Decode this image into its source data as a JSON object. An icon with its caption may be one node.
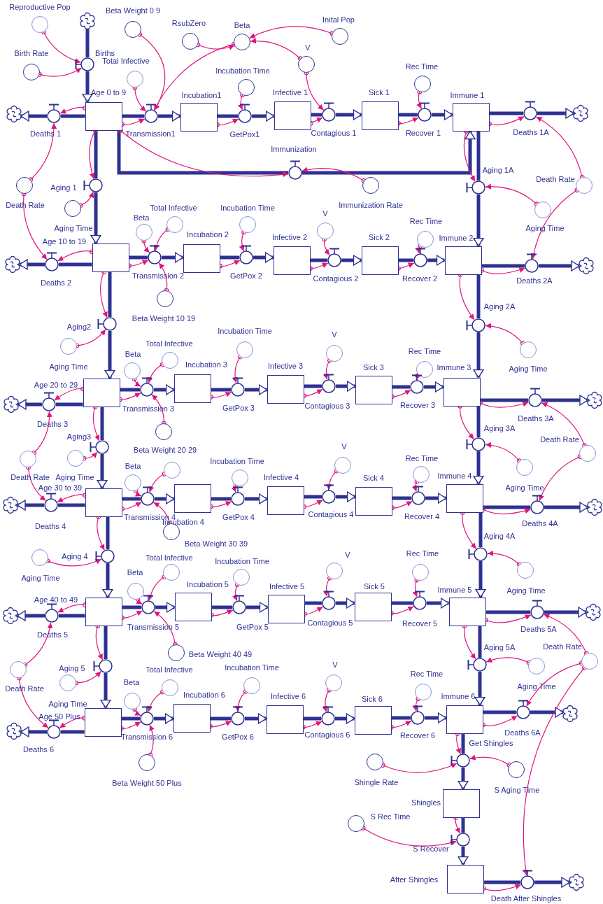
{
  "diagram": {
    "nodes": [
      {
        "text": [
          "Reproductive Pop"
        ]
      },
      {
        "text": [],
        "shape": "cloud"
      },
      {
        "text": [
          "Beta Weight 0 9"
        ]
      },
      {
        "text": [
          "Births"
        ]
      },
      {
        "text": [
          "Birth Rate"
        ]
      },
      {
        "text": [
          "RsubZero"
        ]
      },
      {
        "text": [
          "Beta"
        ]
      },
      {
        "text": [
          "Inital Pop"
        ]
      },
      {
        "text": [
          "Total Infective"
        ]
      },
      {
        "text": [
          "V"
        ]
      },
      {
        "text": [
          "Incubation Time"
        ]
      },
      {
        "text": [
          "Rec Time"
        ]
      },
      {
        "text": [],
        "shape": "cloud"
      },
      {
        "text": [
          "Deaths 1"
        ]
      },
      {
        "text": [
          "Age 0 to 9"
        ]
      },
      {
        "text": [
          "Transmission1"
        ]
      },
      {
        "text": [
          "Incubation1"
        ]
      },
      {
        "text": [
          "GetPox1"
        ]
      },
      {
        "text": [
          "Infective 1"
        ]
      },
      {
        "text": [
          "Contagious 1"
        ]
      },
      {
        "text": [
          "Sick 1"
        ]
      },
      {
        "text": [
          "Recover 1"
        ]
      },
      {
        "text": [
          "Immune 1"
        ]
      },
      {
        "text": [
          "Deaths 1A"
        ]
      },
      {
        "text": [],
        "shape": "cloud"
      },
      {
        "text": [
          "Immunization"
        ]
      },
      {
        "text": [
          "Aging 1"
        ]
      },
      {
        "text": [
          "Immunization Rate"
        ]
      },
      {
        "text": [
          "Aging 1A"
        ]
      },
      {
        "text": [
          "Death Rate"
        ]
      },
      {
        "text": [
          "Death Rate"
        ]
      },
      {
        "text": [
          "Aging Time"
        ]
      },
      {
        "text": [
          "Aging Time"
        ]
      },
      {
        "text": [
          "Beta"
        ]
      },
      {
        "text": [
          "Total Infective"
        ]
      },
      {
        "text": [
          "Incubation Time"
        ]
      },
      {
        "text": [
          "V"
        ]
      },
      {
        "text": [
          "Rec Time"
        ]
      },
      {
        "text": [],
        "shape": "cloud"
      },
      {
        "text": [
          "Deaths 2"
        ]
      },
      {
        "text": [
          "Age 10 to 19"
        ]
      },
      {
        "text": [
          "Transmission 2"
        ]
      },
      {
        "text": [
          "Incubation 2"
        ]
      },
      {
        "text": [
          "GetPox 2"
        ]
      },
      {
        "text": [
          "Infective 2"
        ]
      },
      {
        "text": [
          "Contagious 2"
        ]
      },
      {
        "text": [
          "Sick 2"
        ]
      },
      {
        "text": [
          "Recover 2"
        ]
      },
      {
        "text": [
          "Immune 2"
        ]
      },
      {
        "text": [
          "Deaths 2A"
        ]
      },
      {
        "text": [],
        "shape": "cloud"
      },
      {
        "text": [
          "Beta Weight 10 19"
        ]
      },
      {
        "text": [
          "Aging2"
        ]
      },
      {
        "text": [
          "Aging 2A"
        ]
      },
      {
        "text": [
          "Aging Time"
        ]
      },
      {
        "text": [
          "Aging Time"
        ]
      },
      {
        "text": [
          "Incubation Time"
        ]
      },
      {
        "text": [
          "Total Infective"
        ]
      },
      {
        "text": [
          "Beta"
        ]
      },
      {
        "text": [
          "V"
        ]
      },
      {
        "text": [
          "Rec Time"
        ]
      },
      {
        "text": [],
        "shape": "cloud"
      },
      {
        "text": [
          "Deaths 3"
        ]
      },
      {
        "text": [
          "Age 20 to 29"
        ]
      },
      {
        "text": [
          "Transmission 3"
        ]
      },
      {
        "text": [
          "Incubation 3"
        ]
      },
      {
        "text": [
          "GetPox 3"
        ]
      },
      {
        "text": [
          "Infective 3"
        ]
      },
      {
        "text": [
          "Contagious 3"
        ]
      },
      {
        "text": [
          "Sick 3"
        ]
      },
      {
        "text": [
          "Recover 3"
        ]
      },
      {
        "text": [
          "Immune 3"
        ]
      },
      {
        "text": [
          "Deaths 3A"
        ]
      },
      {
        "text": [],
        "shape": "cloud"
      },
      {
        "text": [
          "Beta Weight 20 29"
        ]
      },
      {
        "text": [
          "Aging3"
        ]
      },
      {
        "text": [
          "Aging 3A"
        ]
      },
      {
        "text": [
          "Death Rate"
        ]
      },
      {
        "text": [
          "Aging Time"
        ]
      },
      {
        "text": [
          "Death Rate"
        ]
      },
      {
        "text": [
          "Aging Time"
        ]
      },
      {
        "text": [
          "Beta"
        ]
      },
      {
        "text": [],
        "shape": "circle"
      },
      {
        "text": [
          "Incubation Time"
        ]
      },
      {
        "text": [
          "V"
        ]
      },
      {
        "text": [
          "Rec Time"
        ]
      },
      {
        "text": [],
        "shape": "cloud"
      },
      {
        "text": [
          "Deaths 4"
        ]
      },
      {
        "text": [
          "Age 30 to 39"
        ]
      },
      {
        "text": [
          "Transmission 4"
        ]
      },
      {
        "text": [
          "Incubation 4"
        ]
      },
      {
        "text": [
          "GetPox 4"
        ]
      },
      {
        "text": [
          "Infective 4"
        ]
      },
      {
        "text": [
          "Contagious 4"
        ]
      },
      {
        "text": [
          "Sick 4"
        ]
      },
      {
        "text": [
          "Recover 4"
        ]
      },
      {
        "text": [
          "Immune 4"
        ]
      },
      {
        "text": [
          "Deaths 4A"
        ]
      },
      {
        "text": [],
        "shape": "cloud"
      },
      {
        "text": [
          "Beta Weight 30 39"
        ]
      },
      {
        "text": [
          "Aging 4"
        ]
      },
      {
        "text": [
          "Aging 4A"
        ]
      },
      {
        "text": [
          "Aging Time"
        ]
      },
      {
        "text": [
          "Aging Time"
        ]
      },
      {
        "text": [
          "Total Infective"
        ]
      },
      {
        "text": [
          "Incubation Time"
        ]
      },
      {
        "text": [
          "Beta"
        ]
      },
      {
        "text": [
          "V"
        ]
      },
      {
        "text": [
          "Rec Time"
        ]
      },
      {
        "text": [],
        "shape": "cloud"
      },
      {
        "text": [
          "Deaths 5"
        ]
      },
      {
        "text": [
          "Age 40 to 49"
        ]
      },
      {
        "text": [
          "Transmission 5"
        ]
      },
      {
        "text": [
          "Incubation 5"
        ]
      },
      {
        "text": [
          "GetPox 5"
        ]
      },
      {
        "text": [
          "Infective 5"
        ]
      },
      {
        "text": [
          "Contagious 5"
        ]
      },
      {
        "text": [
          "Sick 5"
        ]
      },
      {
        "text": [
          "Recover 5"
        ]
      },
      {
        "text": [
          "Immune 5"
        ]
      },
      {
        "text": [
          "Deaths 5A"
        ]
      },
      {
        "text": [],
        "shape": "cloud"
      },
      {
        "text": [
          "Beta Weight 40 49"
        ]
      },
      {
        "text": [
          "Aging 5"
        ]
      },
      {
        "text": [
          "Aging 5A"
        ]
      },
      {
        "text": [
          "Death Rate"
        ]
      },
      {
        "text": [
          "Aging Time"
        ]
      },
      {
        "text": [
          "Death Rate"
        ]
      },
      {
        "text": [
          "Aging Time"
        ]
      },
      {
        "text": [
          "Beta"
        ]
      },
      {
        "text": [
          "Total Infective"
        ]
      },
      {
        "text": [
          "Incubation Time"
        ]
      },
      {
        "text": [
          "V"
        ]
      },
      {
        "text": [
          "Rec Time"
        ]
      },
      {
        "text": [],
        "shape": "cloud"
      },
      {
        "text": [
          "Deaths 6"
        ]
      },
      {
        "text": [
          "Age 50 Plus"
        ]
      },
      {
        "text": [
          "Transmission 6"
        ]
      },
      {
        "text": [
          "Incubation 6"
        ]
      },
      {
        "text": [
          "GetPox 6"
        ]
      },
      {
        "text": [
          "Infective 6"
        ]
      },
      {
        "text": [
          "Contagious 6"
        ]
      },
      {
        "text": [
          "Sick 6"
        ]
      },
      {
        "text": [
          "Recover 6"
        ]
      },
      {
        "text": [
          "Immune 6"
        ]
      },
      {
        "text": [
          "Deaths 6A"
        ]
      },
      {
        "text": [],
        "shape": "cloud"
      },
      {
        "text": [
          "Get Shingles"
        ]
      },
      {
        "text": [
          "Beta Weight 50 Plus"
        ]
      },
      {
        "text": [
          "Shingle Rate"
        ]
      },
      {
        "text": [
          "S Aging Time"
        ]
      },
      {
        "text": [
          "Shingles"
        ]
      },
      {
        "text": [
          "S Rec Time"
        ]
      },
      {
        "text": [
          "S Recover"
        ]
      },
      {
        "text": [
          "After Shingles"
        ]
      },
      {
        "text": [
          "Death After Shingles"
        ]
      },
      {
        "text": [],
        "shape": "cloud"
      }
    ],
    "edges": [
      {
        "from": 14,
        "to": 13,
        "arrow": "none",
        "style": "thick",
        "color": "#2e3192"
      },
      {
        "from": 13,
        "to": 12,
        "arrow": "to",
        "style": "thick",
        "color": "#2e3192"
      },
      {
        "from": 14,
        "to": 15,
        "arrow": "none",
        "style": "thick",
        "color": "#2e3192"
      },
      {
        "from": 15,
        "to": 16,
        "arrow": "to",
        "style": "thick",
        "color": "#2e3192"
      },
      {
        "from": 16,
        "to": 17,
        "arrow": "none",
        "style": "thick",
        "color": "#2e3192"
      },
      {
        "from": 17,
        "to": 18,
        "arrow": "to",
        "style": "thick",
        "color": "#2e3192"
      },
      {
        "from": 18,
        "to": 19,
        "arrow": "none",
        "style": "thick",
        "color": "#2e3192"
      },
      {
        "from": 19,
        "to": 20,
        "arrow": "to",
        "style": "thick",
        "color": "#2e3192"
      },
      {
        "from": 20,
        "to": 21,
        "arrow": "none",
        "style": "thick",
        "color": "#2e3192"
      },
      {
        "from": 21,
        "to": 22,
        "arrow": "to",
        "style": "thick",
        "color": "#2e3192"
      },
      {
        "from": 22,
        "to": 23,
        "arrow": "none",
        "style": "thick",
        "color": "#2e3192"
      },
      {
        "from": 23,
        "to": 24,
        "arrow": "to",
        "style": "thick",
        "color": "#2e3192"
      },
      {
        "from": 40,
        "to": 39,
        "arrow": "none",
        "style": "thick",
        "color": "#2e3192"
      },
      {
        "from": 39,
        "to": 38,
        "arrow": "to",
        "style": "thick",
        "color": "#2e3192"
      },
      {
        "from": 40,
        "to": 41,
        "arrow": "none",
        "style": "thick",
        "color": "#2e3192"
      },
      {
        "from": 41,
        "to": 42,
        "arrow": "to",
        "style": "thick",
        "color": "#2e3192"
      },
      {
        "from": 42,
        "to": 43,
        "arrow": "none",
        "style": "thick",
        "color": "#2e3192"
      },
      {
        "from": 43,
        "to": 44,
        "arrow": "to",
        "style": "thick",
        "color": "#2e3192"
      },
      {
        "from": 44,
        "to": 45,
        "arrow": "none",
        "style": "thick",
        "color": "#2e3192"
      },
      {
        "from": 45,
        "to": 46,
        "arrow": "to",
        "style": "thick",
        "color": "#2e3192"
      },
      {
        "from": 46,
        "to": 47,
        "arrow": "none",
        "style": "thick",
        "color": "#2e3192"
      },
      {
        "from": 47,
        "to": 48,
        "arrow": "to",
        "style": "thick",
        "color": "#2e3192"
      },
      {
        "from": 48,
        "to": 49,
        "arrow": "none",
        "style": "thick",
        "color": "#2e3192"
      },
      {
        "from": 49,
        "to": 50,
        "arrow": "to",
        "style": "thick",
        "color": "#2e3192"
      },
      {
        "from": 63,
        "to": 62,
        "arrow": "none",
        "style": "thick",
        "color": "#2e3192"
      },
      {
        "from": 62,
        "to": 61,
        "arrow": "to",
        "style": "thick",
        "color": "#2e3192"
      },
      {
        "from": 63,
        "to": 64,
        "arrow": "none",
        "style": "thick",
        "color": "#2e3192"
      },
      {
        "from": 64,
        "to": 65,
        "arrow": "to",
        "style": "thick",
        "color": "#2e3192"
      },
      {
        "from": 65,
        "to": 66,
        "arrow": "none",
        "style": "thick",
        "color": "#2e3192"
      },
      {
        "from": 66,
        "to": 67,
        "arrow": "to",
        "style": "thick",
        "color": "#2e3192"
      },
      {
        "from": 67,
        "to": 68,
        "arrow": "none",
        "style": "thick",
        "color": "#2e3192"
      },
      {
        "from": 68,
        "to": 69,
        "arrow": "to",
        "style": "thick",
        "color": "#2e3192"
      },
      {
        "from": 69,
        "to": 70,
        "arrow": "none",
        "style": "thick",
        "color": "#2e3192"
      },
      {
        "from": 70,
        "to": 71,
        "arrow": "to",
        "style": "thick",
        "color": "#2e3192"
      },
      {
        "from": 71,
        "to": 72,
        "arrow": "none",
        "style": "thick",
        "color": "#2e3192"
      },
      {
        "from": 72,
        "to": 73,
        "arrow": "to",
        "style": "thick",
        "color": "#2e3192"
      },
      {
        "from": 88,
        "to": 87,
        "arrow": "none",
        "style": "thick",
        "color": "#2e3192"
      },
      {
        "from": 87,
        "to": 86,
        "arrow": "to",
        "style": "thick",
        "color": "#2e3192"
      },
      {
        "from": 88,
        "to": 89,
        "arrow": "none",
        "style": "thick",
        "color": "#2e3192"
      },
      {
        "from": 89,
        "to": 90,
        "arrow": "to",
        "style": "thick",
        "color": "#2e3192"
      },
      {
        "from": 90,
        "to": 91,
        "arrow": "none",
        "style": "thick",
        "color": "#2e3192"
      },
      {
        "from": 91,
        "to": 92,
        "arrow": "to",
        "style": "thick",
        "color": "#2e3192"
      },
      {
        "from": 92,
        "to": 93,
        "arrow": "none",
        "style": "thick",
        "color": "#2e3192"
      },
      {
        "from": 93,
        "to": 94,
        "arrow": "to",
        "style": "thick",
        "color": "#2e3192"
      },
      {
        "from": 94,
        "to": 95,
        "arrow": "none",
        "style": "thick",
        "color": "#2e3192"
      },
      {
        "from": 95,
        "to": 96,
        "arrow": "to",
        "style": "thick",
        "color": "#2e3192"
      },
      {
        "from": 96,
        "to": 97,
        "arrow": "none",
        "style": "thick",
        "color": "#2e3192"
      },
      {
        "from": 97,
        "to": 98,
        "arrow": "to",
        "style": "thick",
        "color": "#2e3192"
      },
      {
        "from": 111,
        "to": 110,
        "arrow": "none",
        "style": "thick",
        "color": "#2e3192"
      },
      {
        "from": 110,
        "to": 109,
        "arrow": "to",
        "style": "thick",
        "color": "#2e3192"
      },
      {
        "from": 111,
        "to": 112,
        "arrow": "none",
        "style": "thick",
        "color": "#2e3192"
      },
      {
        "from": 112,
        "to": 113,
        "arrow": "to",
        "style": "thick",
        "color": "#2e3192"
      },
      {
        "from": 113,
        "to": 114,
        "arrow": "none",
        "style": "thick",
        "color": "#2e3192"
      },
      {
        "from": 114,
        "to": 115,
        "arrow": "to",
        "style": "thick",
        "color": "#2e3192"
      },
      {
        "from": 115,
        "to": 116,
        "arrow": "none",
        "style": "thick",
        "color": "#2e3192"
      },
      {
        "from": 116,
        "to": 117,
        "arrow": "to",
        "style": "thick",
        "color": "#2e3192"
      },
      {
        "from": 117,
        "to": 118,
        "arrow": "none",
        "style": "thick",
        "color": "#2e3192"
      },
      {
        "from": 118,
        "to": 119,
        "arrow": "to",
        "style": "thick",
        "color": "#2e3192"
      },
      {
        "from": 119,
        "to": 120,
        "arrow": "none",
        "style": "thick",
        "color": "#2e3192"
      },
      {
        "from": 120,
        "to": 121,
        "arrow": "to",
        "style": "thick",
        "color": "#2e3192"
      },
      {
        "from": 136,
        "to": 135,
        "arrow": "none",
        "style": "thick",
        "color": "#2e3192"
      },
      {
        "from": 135,
        "to": 134,
        "arrow": "to",
        "style": "thick",
        "color": "#2e3192"
      },
      {
        "from": 136,
        "to": 137,
        "arrow": "none",
        "style": "thick",
        "color": "#2e3192"
      },
      {
        "from": 137,
        "to": 138,
        "arrow": "to",
        "style": "thick",
        "color": "#2e3192"
      },
      {
        "from": 138,
        "to": 139,
        "arrow": "none",
        "style": "thick",
        "color": "#2e3192"
      },
      {
        "from": 139,
        "to": 140,
        "arrow": "to",
        "style": "thick",
        "color": "#2e3192"
      },
      {
        "from": 140,
        "to": 141,
        "arrow": "none",
        "style": "thick",
        "color": "#2e3192"
      },
      {
        "from": 141,
        "to": 142,
        "arrow": "to",
        "style": "thick",
        "color": "#2e3192"
      },
      {
        "from": 142,
        "to": 143,
        "arrow": "none",
        "style": "thick",
        "color": "#2e3192"
      },
      {
        "from": 143,
        "to": 144,
        "arrow": "to",
        "style": "thick",
        "color": "#2e3192"
      },
      {
        "from": 144,
        "to": 145,
        "arrow": "none",
        "style": "thick",
        "color": "#2e3192"
      },
      {
        "from": 145,
        "to": 146,
        "arrow": "to",
        "style": "thick",
        "color": "#2e3192"
      },
      {
        "from": 14,
        "to": 26,
        "arrow": "none",
        "style": "thick",
        "color": "#2e3192"
      },
      {
        "from": 26,
        "to": 40,
        "arrow": "to",
        "style": "thick",
        "color": "#2e3192"
      },
      {
        "from": 40,
        "to": 52,
        "arrow": "none",
        "style": "thick",
        "color": "#2e3192"
      },
      {
        "from": 52,
        "to": 63,
        "arrow": "to",
        "style": "thick",
        "color": "#2e3192"
      },
      {
        "from": 63,
        "to": 75,
        "arrow": "none",
        "style": "thick",
        "color": "#2e3192"
      },
      {
        "from": 75,
        "to": 88,
        "arrow": "to",
        "style": "thick",
        "color": "#2e3192"
      },
      {
        "from": 88,
        "to": 100,
        "arrow": "none",
        "style": "thick",
        "color": "#2e3192"
      },
      {
        "from": 100,
        "to": 111,
        "arrow": "to",
        "style": "thick",
        "color": "#2e3192"
      },
      {
        "from": 111,
        "to": 123,
        "arrow": "none",
        "style": "thick",
        "color": "#2e3192"
      },
      {
        "from": 123,
        "to": 136,
        "arrow": "to",
        "style": "thick",
        "color": "#2e3192"
      },
      {
        "from": 22,
        "to": 28,
        "arrow": "none",
        "style": "thick",
        "color": "#2e3192"
      },
      {
        "from": 28,
        "to": 48,
        "arrow": "to",
        "style": "thick",
        "color": "#2e3192"
      },
      {
        "from": 48,
        "to": 53,
        "arrow": "none",
        "style": "thick",
        "color": "#2e3192"
      },
      {
        "from": 53,
        "to": 71,
        "arrow": "to",
        "style": "thick",
        "color": "#2e3192"
      },
      {
        "from": 71,
        "to": 76,
        "arrow": "none",
        "style": "thick",
        "color": "#2e3192"
      },
      {
        "from": 76,
        "to": 96,
        "arrow": "to",
        "style": "thick",
        "color": "#2e3192"
      },
      {
        "from": 96,
        "to": 101,
        "arrow": "none",
        "style": "thick",
        "color": "#2e3192"
      },
      {
        "from": 101,
        "to": 119,
        "arrow": "to",
        "style": "thick",
        "color": "#2e3192"
      },
      {
        "from": 119,
        "to": 124,
        "arrow": "none",
        "style": "thick",
        "color": "#2e3192"
      },
      {
        "from": 124,
        "to": 144,
        "arrow": "to",
        "style": "thick",
        "color": "#2e3192"
      },
      {
        "from": 1,
        "to": 3,
        "arrow": "none",
        "style": "thick",
        "color": "#2e3192"
      },
      {
        "from": 3,
        "to": 14,
        "arrow": "to",
        "style": "thick",
        "color": "#2e3192"
      },
      {
        "from": 14,
        "to": 25,
        "arrow": "none",
        "style": "thick",
        "color": "#2e3192"
      },
      {
        "from": 25,
        "to": 22,
        "arrow": "to",
        "style": "thick",
        "color": "#2e3192"
      },
      {
        "from": 144,
        "to": 147,
        "arrow": "none",
        "style": "thick",
        "color": "#2e3192"
      },
      {
        "from": 147,
        "to": 151,
        "arrow": "to",
        "style": "thick",
        "color": "#2e3192"
      },
      {
        "from": 151,
        "to": 153,
        "arrow": "none",
        "style": "thick",
        "color": "#2e3192"
      },
      {
        "from": 153,
        "to": 154,
        "arrow": "to",
        "style": "thick",
        "color": "#2e3192"
      },
      {
        "from": 154,
        "to": 155,
        "arrow": "none",
        "style": "thick",
        "color": "#2e3192"
      },
      {
        "from": 155,
        "to": 156,
        "arrow": "to",
        "style": "thick",
        "color": "#2e3192"
      },
      {
        "from": 0,
        "to": 3,
        "arrow": "to"
      },
      {
        "from": 4,
        "to": 3,
        "arrow": "to"
      },
      {
        "from": 5,
        "to": 6,
        "arrow": "to"
      },
      {
        "from": 7,
        "to": 6,
        "arrow": "to"
      },
      {
        "from": 9,
        "to": 6,
        "arrow": "to"
      },
      {
        "from": 6,
        "to": 15,
        "arrow": "to"
      },
      {
        "from": 2,
        "to": 15,
        "arrow": "to"
      },
      {
        "from": 8,
        "to": 15,
        "arrow": "to"
      },
      {
        "from": 14,
        "to": 15,
        "arrow": "to"
      },
      {
        "from": 10,
        "to": 17,
        "arrow": "to"
      },
      {
        "from": 16,
        "to": 17,
        "arrow": "to"
      },
      {
        "from": 9,
        "to": 19,
        "arrow": "to"
      },
      {
        "from": 18,
        "to": 19,
        "arrow": "to"
      },
      {
        "from": 11,
        "to": 21,
        "arrow": "to"
      },
      {
        "from": 20,
        "to": 21,
        "arrow": "to"
      },
      {
        "from": 22,
        "to": 23,
        "arrow": "to"
      },
      {
        "from": 30,
        "to": 23,
        "arrow": "to"
      },
      {
        "from": 14,
        "to": 13,
        "arrow": "to"
      },
      {
        "from": 29,
        "to": 13,
        "arrow": "to"
      },
      {
        "from": 14,
        "to": 26,
        "arrow": "to"
      },
      {
        "from": 31,
        "to": 26,
        "arrow": "to"
      },
      {
        "from": 14,
        "to": 25,
        "arrow": "to"
      },
      {
        "from": 27,
        "to": 25,
        "arrow": "to"
      },
      {
        "from": 22,
        "to": 28,
        "arrow": "to"
      },
      {
        "from": 32,
        "to": 28,
        "arrow": "to"
      },
      {
        "from": 33,
        "to": 41,
        "arrow": "to"
      },
      {
        "from": 34,
        "to": 41,
        "arrow": "to"
      },
      {
        "from": 40,
        "to": 41,
        "arrow": "to"
      },
      {
        "from": 51,
        "to": 41,
        "arrow": "to"
      },
      {
        "from": 35,
        "to": 43,
        "arrow": "to"
      },
      {
        "from": 42,
        "to": 43,
        "arrow": "to"
      },
      {
        "from": 36,
        "to": 45,
        "arrow": "to"
      },
      {
        "from": 44,
        "to": 45,
        "arrow": "to"
      },
      {
        "from": 37,
        "to": 47,
        "arrow": "to"
      },
      {
        "from": 46,
        "to": 47,
        "arrow": "to"
      },
      {
        "from": 48,
        "to": 49,
        "arrow": "to"
      },
      {
        "from": 30,
        "to": 49,
        "arrow": "to"
      },
      {
        "from": 40,
        "to": 39,
        "arrow": "to"
      },
      {
        "from": 29,
        "to": 39,
        "arrow": "to"
      },
      {
        "from": 40,
        "to": 52,
        "arrow": "to"
      },
      {
        "from": 54,
        "to": 52,
        "arrow": "to"
      },
      {
        "from": 48,
        "to": 53,
        "arrow": "to"
      },
      {
        "from": 55,
        "to": 53,
        "arrow": "to"
      },
      {
        "from": 58,
        "to": 64,
        "arrow": "to"
      },
      {
        "from": 57,
        "to": 64,
        "arrow": "to"
      },
      {
        "from": 63,
        "to": 64,
        "arrow": "to"
      },
      {
        "from": 74,
        "to": 64,
        "arrow": "to"
      },
      {
        "from": 56,
        "to": 66,
        "arrow": "to"
      },
      {
        "from": 65,
        "to": 66,
        "arrow": "to"
      },
      {
        "from": 59,
        "to": 68,
        "arrow": "to"
      },
      {
        "from": 67,
        "to": 68,
        "arrow": "to"
      },
      {
        "from": 60,
        "to": 70,
        "arrow": "to"
      },
      {
        "from": 69,
        "to": 70,
        "arrow": "to"
      },
      {
        "from": 71,
        "to": 72,
        "arrow": "to"
      },
      {
        "from": 79,
        "to": 72,
        "arrow": "to"
      },
      {
        "from": 63,
        "to": 62,
        "arrow": "to"
      },
      {
        "from": 77,
        "to": 62,
        "arrow": "to"
      },
      {
        "from": 63,
        "to": 75,
        "arrow": "to"
      },
      {
        "from": 78,
        "to": 75,
        "arrow": "to"
      },
      {
        "from": 71,
        "to": 76,
        "arrow": "to"
      },
      {
        "from": 80,
        "to": 76,
        "arrow": "to"
      },
      {
        "from": 81,
        "to": 89,
        "arrow": "to"
      },
      {
        "from": 82,
        "to": 89,
        "arrow": "to"
      },
      {
        "from": 88,
        "to": 89,
        "arrow": "to"
      },
      {
        "from": 99,
        "to": 89,
        "arrow": "to"
      },
      {
        "from": 83,
        "to": 91,
        "arrow": "to"
      },
      {
        "from": 90,
        "to": 91,
        "arrow": "to"
      },
      {
        "from": 84,
        "to": 93,
        "arrow": "to"
      },
      {
        "from": 92,
        "to": 93,
        "arrow": "to"
      },
      {
        "from": 85,
        "to": 95,
        "arrow": "to"
      },
      {
        "from": 94,
        "to": 95,
        "arrow": "to"
      },
      {
        "from": 96,
        "to": 97,
        "arrow": "to"
      },
      {
        "from": 79,
        "to": 97,
        "arrow": "to"
      },
      {
        "from": 88,
        "to": 87,
        "arrow": "to"
      },
      {
        "from": 77,
        "to": 87,
        "arrow": "to"
      },
      {
        "from": 88,
        "to": 100,
        "arrow": "to"
      },
      {
        "from": 102,
        "to": 100,
        "arrow": "to"
      },
      {
        "from": 96,
        "to": 101,
        "arrow": "to"
      },
      {
        "from": 103,
        "to": 101,
        "arrow": "to"
      },
      {
        "from": 106,
        "to": 112,
        "arrow": "to"
      },
      {
        "from": 104,
        "to": 112,
        "arrow": "to"
      },
      {
        "from": 111,
        "to": 112,
        "arrow": "to"
      },
      {
        "from": 122,
        "to": 112,
        "arrow": "to"
      },
      {
        "from": 105,
        "to": 114,
        "arrow": "to"
      },
      {
        "from": 113,
        "to": 114,
        "arrow": "to"
      },
      {
        "from": 107,
        "to": 116,
        "arrow": "to"
      },
      {
        "from": 115,
        "to": 116,
        "arrow": "to"
      },
      {
        "from": 108,
        "to": 118,
        "arrow": "to"
      },
      {
        "from": 117,
        "to": 118,
        "arrow": "to"
      },
      {
        "from": 119,
        "to": 120,
        "arrow": "to"
      },
      {
        "from": 127,
        "to": 120,
        "arrow": "to"
      },
      {
        "from": 111,
        "to": 110,
        "arrow": "to"
      },
      {
        "from": 125,
        "to": 110,
        "arrow": "to"
      },
      {
        "from": 111,
        "to": 123,
        "arrow": "to"
      },
      {
        "from": 126,
        "to": 123,
        "arrow": "to"
      },
      {
        "from": 119,
        "to": 124,
        "arrow": "to"
      },
      {
        "from": 128,
        "to": 124,
        "arrow": "to"
      },
      {
        "from": 129,
        "to": 137,
        "arrow": "to"
      },
      {
        "from": 130,
        "to": 137,
        "arrow": "to"
      },
      {
        "from": 136,
        "to": 137,
        "arrow": "to"
      },
      {
        "from": 148,
        "to": 137,
        "arrow": "to"
      },
      {
        "from": 131,
        "to": 139,
        "arrow": "to"
      },
      {
        "from": 138,
        "to": 139,
        "arrow": "to"
      },
      {
        "from": 132,
        "to": 141,
        "arrow": "to"
      },
      {
        "from": 140,
        "to": 141,
        "arrow": "to"
      },
      {
        "from": 133,
        "to": 143,
        "arrow": "to"
      },
      {
        "from": 142,
        "to": 143,
        "arrow": "to"
      },
      {
        "from": 144,
        "to": 145,
        "arrow": "to"
      },
      {
        "from": 127,
        "to": 145,
        "arrow": "to"
      },
      {
        "from": 136,
        "to": 135,
        "arrow": "to"
      },
      {
        "from": 125,
        "to": 135,
        "arrow": "to"
      },
      {
        "from": 144,
        "to": 147,
        "arrow": "to"
      },
      {
        "from": 149,
        "to": 147,
        "arrow": "to"
      },
      {
        "from": 150,
        "to": 147,
        "arrow": "to"
      },
      {
        "from": 151,
        "to": 153,
        "arrow": "to"
      },
      {
        "from": 152,
        "to": 153,
        "arrow": "to"
      },
      {
        "from": 154,
        "to": 155,
        "arrow": "to"
      },
      {
        "from": 127,
        "to": 155,
        "arrow": "to"
      }
    ]
  }
}
